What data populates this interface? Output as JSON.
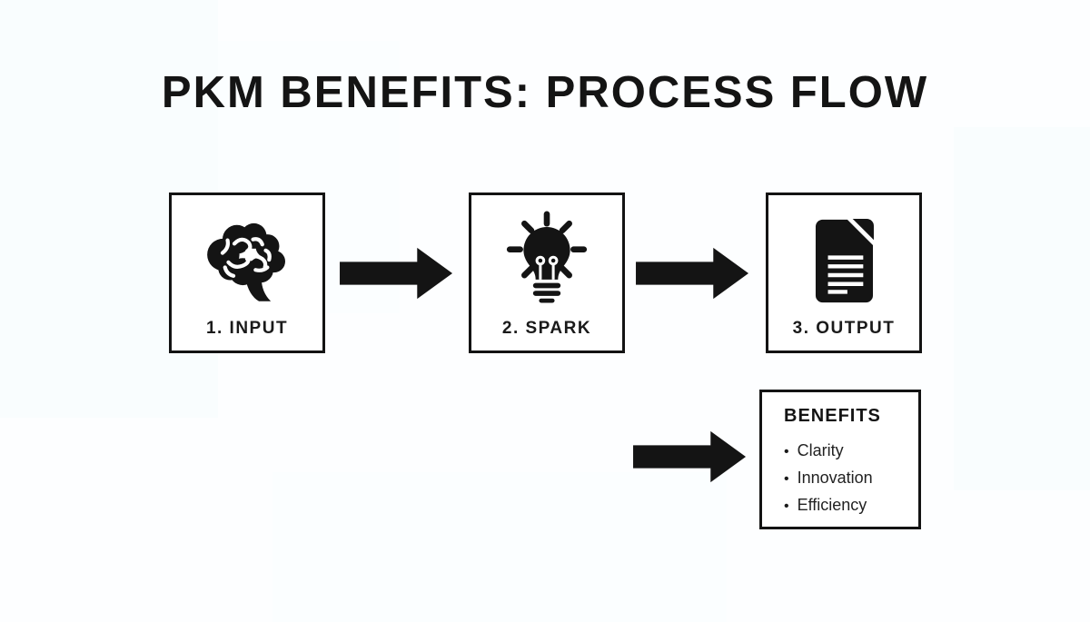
{
  "title": "PKM BENEFITS: PROCESS FLOW",
  "colors": {
    "ink": "#141414",
    "box_background": "#ffffff",
    "page_background": "#fdfeff"
  },
  "steps": [
    {
      "label": "1. INPUT",
      "icon": "brain-icon"
    },
    {
      "label": "2. SPARK",
      "icon": "lightbulb-icon"
    },
    {
      "label": "3. OUTPUT",
      "icon": "document-icon"
    }
  ],
  "arrows": [
    {
      "name": "arrow-input-to-spark"
    },
    {
      "name": "arrow-spark-to-output"
    },
    {
      "name": "arrow-to-benefits"
    }
  ],
  "benefits": {
    "heading": "BENEFITS",
    "bullet": "•",
    "items": [
      "Clarity",
      "Innovation",
      "Efficiency"
    ]
  }
}
